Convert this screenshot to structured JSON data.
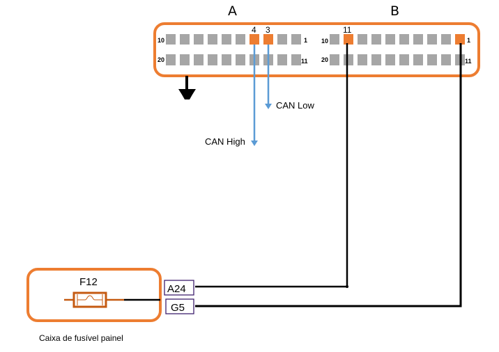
{
  "connectors": {
    "A": {
      "label": "A",
      "row1_left": "10",
      "row1_right": "1",
      "row2_left": "20",
      "row2_right": "11",
      "highlighted_pins": [
        {
          "label": "4",
          "index": 6
        },
        {
          "label": "3",
          "index": 7
        }
      ]
    },
    "B": {
      "label": "B",
      "row1_left": "10",
      "row1_right": "1",
      "row2_left": "20",
      "row2_right": "11",
      "highlighted_pins": [
        {
          "label": "11",
          "index": 1
        },
        {
          "label": "",
          "index": 9
        }
      ]
    }
  },
  "signals": {
    "can_high": "CAN High",
    "can_low": "CAN Low"
  },
  "fuse_box": {
    "fuse_label": "F12",
    "caption": "Caixa de fusível painel",
    "terminals": [
      "A24",
      "G5"
    ]
  },
  "colors": {
    "frame": "#ED7D31",
    "pin": "#A6A6A6",
    "pin_active": "#ED7D31",
    "can_wire": "#5B9BD5",
    "power_wire": "#000000",
    "terminal_border": "#3F1F6E",
    "fuse": "#C55A11"
  }
}
